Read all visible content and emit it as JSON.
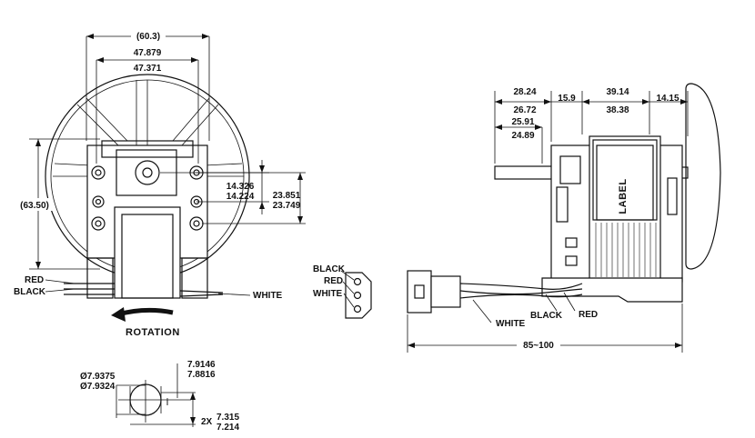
{
  "front_view": {
    "overall_width": "(60.3)",
    "bracket_width_max": "47.879",
    "bracket_width_min": "47.371",
    "overall_height": "(63.50)",
    "hole_spacing_max": "14.326",
    "hole_spacing_min": "14.224",
    "shaft_height_max": "23.851",
    "shaft_height_min": "23.749",
    "wire_red": "RED",
    "wire_black": "BLACK",
    "wire_white": "WHITE",
    "rotation": "ROTATION"
  },
  "connector": {
    "pin_black": "BLACK",
    "pin_red": "RED",
    "pin_white": "WHITE"
  },
  "shaft_detail": {
    "diameter_max": "Ø7.9375",
    "diameter_min": "Ø7.9324",
    "flat_max": "7.9146",
    "flat_min": "7.8816",
    "flats_prefix": "2X",
    "flats_max": "7.315",
    "flats_min": "7.214"
  },
  "side_view": {
    "shaft_len_max": "28.24",
    "shaft_len_min": "26.72",
    "gap": "15.9",
    "stack_max": "39.14",
    "stack_min": "38.38",
    "rear": "14.15",
    "shaft_len2_max": "25.91",
    "shaft_len2_min": "24.89",
    "label_text": "LABEL",
    "wire_white": "WHITE",
    "wire_black": "BLACK",
    "wire_red": "RED",
    "lead_length": "85~100"
  }
}
